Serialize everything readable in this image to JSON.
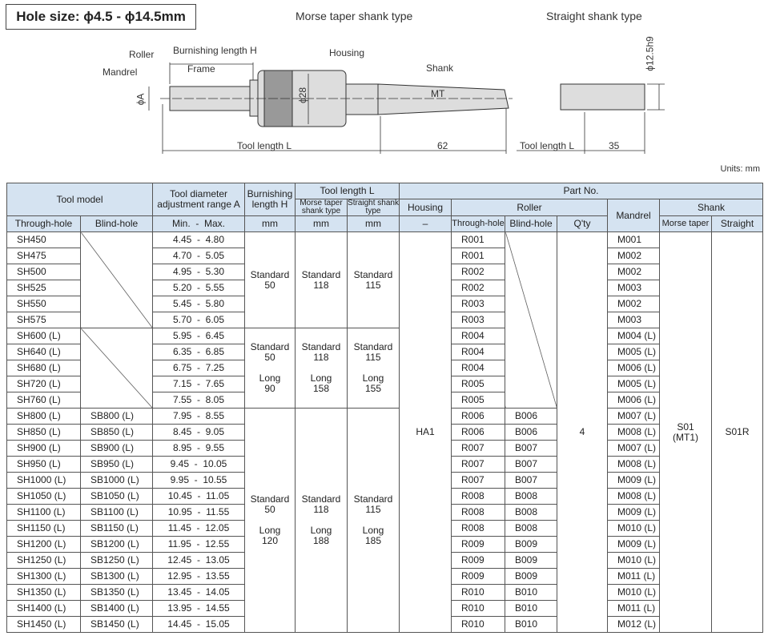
{
  "title": "Hole size: ϕ4.5 - ϕ14.5mm",
  "captions": {
    "morse": "Morse taper shank type",
    "straight": "Straight shank type",
    "units": "Units: mm"
  },
  "diagram": {
    "roller": "Roller",
    "mandrel": "Mandrel",
    "burnishing": "Burnishing length H",
    "frame": "Frame",
    "housing": "Housing",
    "shank": "Shank",
    "mt": "MT",
    "phiA": "ϕA",
    "phi28": "ϕ28",
    "tool_length": "Tool length L",
    "len62": "62",
    "tool_length2": "Tool length L",
    "len35": "35",
    "phi125": "ϕ12.5h9"
  },
  "headers": {
    "tool_model": "Tool model",
    "tool_diameter": "Tool diameter adjustment range A",
    "burnishing": "Burnishing length H",
    "tool_length": "Tool length L",
    "morse_shank": "Morse taper shank type",
    "straight_shank": "Straight shank type",
    "part_no": "Part No.",
    "housing": "Housing",
    "roller": "Roller",
    "mandrel": "Mandrel",
    "shank": "Shank",
    "through": "Through-hole",
    "blind": "Blind-hole",
    "minmax": "Min.  -  Max.",
    "mm1": "mm",
    "mm2": "mm",
    "mm3": "mm",
    "dash": "–",
    "r_through": "Through-hole",
    "r_blind": "Blind-hole",
    "qty": "Q'ty",
    "morse": "Morse taper",
    "straight": "Straight"
  },
  "groups": [
    {
      "burn": "Standard\n50",
      "morse": "Standard\n118",
      "straight": "Standard\n115"
    },
    {
      "burn": "Standard\n50\n\nLong\n90",
      "morse": "Standard\n118\n\nLong\n158",
      "straight": "Standard\n115\n\nLong\n155"
    },
    {
      "burn": "Standard\n50\n\nLong\n120",
      "morse": "Standard\n118\n\nLong\n188",
      "straight": "Standard\n115\n\nLong\n185"
    }
  ],
  "common": {
    "housing": "HA1",
    "qty": "4",
    "shank_morse": "S01\n(MT1)",
    "shank_straight": "S01R"
  },
  "rows": [
    [
      "SH450",
      "",
      "4.45  -  4.80",
      "R001",
      "",
      "M001"
    ],
    [
      "SH475",
      "",
      "4.70  -  5.05",
      "R001",
      "",
      "M002"
    ],
    [
      "SH500",
      "",
      "4.95  -  5.30",
      "R002",
      "",
      "M002"
    ],
    [
      "SH525",
      "",
      "5.20  -  5.55",
      "R002",
      "",
      "M003"
    ],
    [
      "SH550",
      "",
      "5.45  -  5.80",
      "R003",
      "",
      "M002"
    ],
    [
      "SH575",
      "",
      "5.70  -  6.05",
      "R003",
      "",
      "M003"
    ],
    [
      "SH600 (L)",
      "",
      "5.95  -  6.45",
      "R004",
      "",
      "M004 (L)"
    ],
    [
      "SH640 (L)",
      "",
      "6.35  -  6.85",
      "R004",
      "",
      "M005 (L)"
    ],
    [
      "SH680 (L)",
      "",
      "6.75  -  7.25",
      "R004",
      "",
      "M006 (L)"
    ],
    [
      "SH720 (L)",
      "",
      "7.15  -  7.65",
      "R005",
      "",
      "M005 (L)"
    ],
    [
      "SH760 (L)",
      "",
      "7.55  -  8.05",
      "R005",
      "",
      "M006 (L)"
    ],
    [
      "SH800 (L)",
      "SB800 (L)",
      "7.95  -  8.55",
      "R006",
      "B006",
      "M007 (L)"
    ],
    [
      "SH850 (L)",
      "SB850 (L)",
      "8.45  -  9.05",
      "R006",
      "B006",
      "M008 (L)"
    ],
    [
      "SH900 (L)",
      "SB900 (L)",
      "8.95  -  9.55",
      "R007",
      "B007",
      "M007 (L)"
    ],
    [
      "SH950 (L)",
      "SB950 (L)",
      "9.45  -  10.05",
      "R007",
      "B007",
      "M008 (L)"
    ],
    [
      "SH1000 (L)",
      "SB1000 (L)",
      "9.95  -  10.55",
      "R007",
      "B007",
      "M009 (L)"
    ],
    [
      "SH1050 (L)",
      "SB1050 (L)",
      "10.45  -  11.05",
      "R008",
      "B008",
      "M008 (L)"
    ],
    [
      "SH1100 (L)",
      "SB1100 (L)",
      "10.95  -  11.55",
      "R008",
      "B008",
      "M009 (L)"
    ],
    [
      "SH1150 (L)",
      "SB1150 (L)",
      "11.45  -  12.05",
      "R008",
      "B008",
      "M010 (L)"
    ],
    [
      "SH1200 (L)",
      "SB1200 (L)",
      "11.95  -  12.55",
      "R009",
      "B009",
      "M009 (L)"
    ],
    [
      "SH1250 (L)",
      "SB1250 (L)",
      "12.45  -  13.05",
      "R009",
      "B009",
      "M010 (L)"
    ],
    [
      "SH1300 (L)",
      "SB1300 (L)",
      "12.95  -  13.55",
      "R009",
      "B009",
      "M011 (L)"
    ],
    [
      "SH1350 (L)",
      "SB1350 (L)",
      "13.45  -  14.05",
      "R010",
      "B010",
      "M010 (L)"
    ],
    [
      "SH1400 (L)",
      "SB1400 (L)",
      "13.95  -  14.55",
      "R010",
      "B010",
      "M011 (L)"
    ],
    [
      "SH1450 (L)",
      "SB1450 (L)",
      "14.45  -  15.05",
      "R010",
      "B010",
      "M012 (L)"
    ]
  ]
}
